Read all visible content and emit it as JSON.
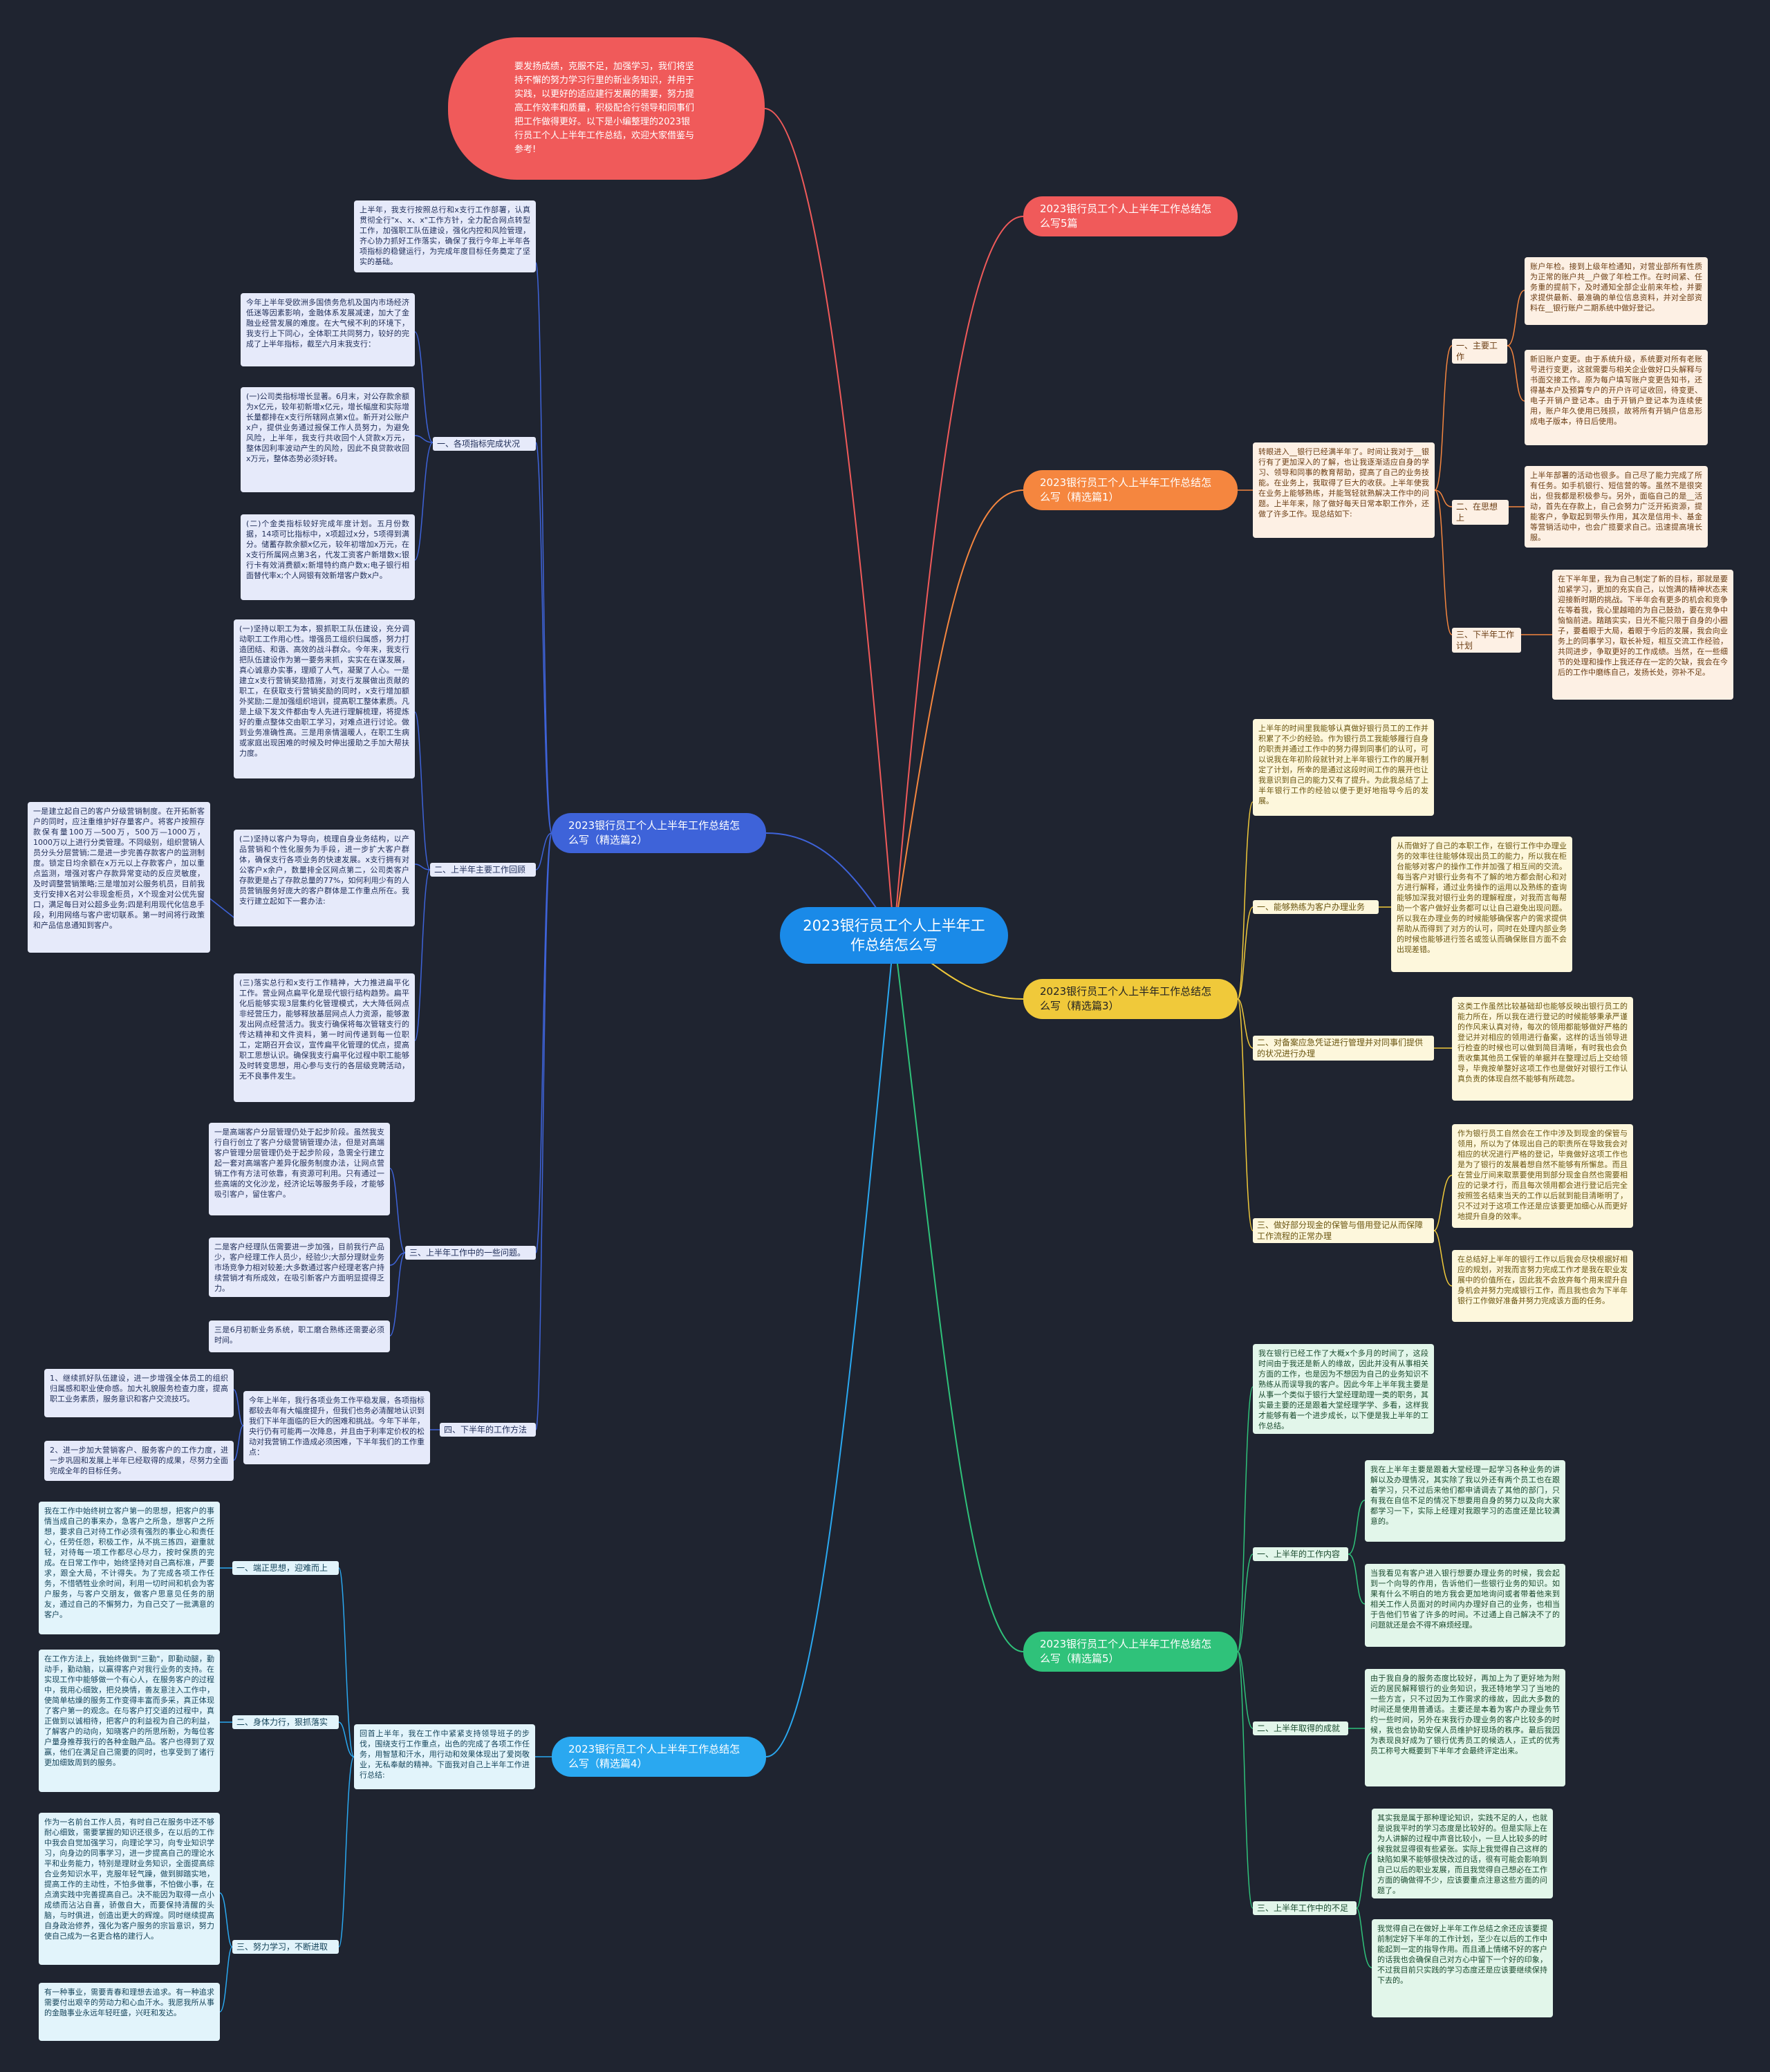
{
  "root": "2023银行员工个人上半年工作总结怎么写",
  "intro": "要发扬成绩，克服不足，加强学习，我们将坚持不懈的努力学习行里的新业务知识，并用于实践，以更好的适应建行发展的需要，努力提高工作效率和质量，积极配合行领导和同事们把工作做得更好。以下是小编整理的2023银行员工个人上半年工作总结，欢迎大家借鉴与参考!",
  "colors": {
    "background": "#1f2430",
    "red": "#f05a5a",
    "orange": "#f5863f",
    "yellow": "#f0c93a",
    "green": "#2fc27a",
    "blue": "#3e63d9",
    "cyan": "#2aa8f0"
  },
  "b5": {
    "title": "2023银行员工个人上半年工作总结怎么写5篇"
  },
  "b1": {
    "title": "2023银行员工个人上半年工作总结怎么写（精选篇1）",
    "summary": "转眼进入__银行已经满半年了。时间让我对于__银行有了更加深入的了解，也让我逐渐适应自身的学习、领导和同事的教育帮助，提高了自己的业务技能。在业务上，我取得了巨大的收获。上半年使我在业务上能够熟练，并能驾轻就熟解决工作中的问题。上半年来，除了做好每天日常本职工作外，还做了许多工作。现总结如下:",
    "s1": {
      "label": "一、主要工作",
      "t1": "账户年检。接到上级年检通知，对营业部所有性质为正常的账户共__户做了年检工作。在时间紧、任务重的提前下，及时通知全部企业前来年检，并要求提供最新、最准确的单位信息资料，并对全部资料在__银行账户二期系统中做好登记。",
      "t2": "新旧账户变更。由于系统升级，系统要对所有老账号进行变更，这就需要与相关企业做好口头解释与书面交接工作。原为每户填写账户变更告知书，还得基本户及预算专户的开户许可证收回，待变更、电子开销户登记本。由于开销户登记本为连续使用，账户年久使用已残损，故将所有开销户信息形成电子版本，待日后使用。"
    },
    "s2": {
      "label": "二、在思想上",
      "t1": "上半年部署的活动也很多。自己尽了能力完成了所有任务。如手机银行、短信营的等。虽然不是很突出，但我都是积极参与。另外，面临自己的是__活动，首先在存款上，自己会努力广泛开拓资源，提能客户，争取起到带头作用，其次是信用卡、基金等营销活动中，也会广揽要求自己。迅速提高境长服。"
    },
    "s3": {
      "label": "三、下半年工作计划",
      "t1": "在下半年里，我为自己制定了新的目标，那就是要加紧学习，更加的充实自己，以饱满的精神状态来迎接新时期的挑战。下半年会有更多的机会和竞争在等着我，我心里越暗的为自己鼓劲，要在竞争中恼恼前进。踏踏实实，日光不能只限于自身的小圈子，要着眼于大局，着眼于今后的发展，我会向业务上的同事学习，取长补短，相互交流工作经验，共同进步，争取更好的工作成绩。当然，在一些细节的处理和操作上我还存在一定的欠缺，我会在今后的工作中磨练自己，发扬长处，弥补不足。"
    }
  },
  "b3": {
    "title": "2023银行员工个人上半年工作总结怎么写（精选篇3）",
    "summary": "上半年的时间里我能够认真做好银行员工的工作并积累了不少的经验。作为银行员工我能够履行自身的职责并通过工作中的努力得到同事们的认可，可以说我在年初阶段就针对上半年银行工作的展开制定了计划，所幸的是通过这段时间工作的展开也让我意识到自己的能力又有了提升。为此我总结了上半年银行工作的经验以便于更好地指导今后的发展。",
    "s1": {
      "label": "一、能够熟练为客户办理业务",
      "t1": "从而做好了自己的本职工作，在银行工作中办理业务的效率往往能够体现出员工的能力，所以我在柜台能够对客户的操作工作并加强了相互间的交流。每当客户对银行业务有不了解的地方都会耐心和对方进行解释，通过业务操作的运用以及熟练的查询能够加深我对银行业务的理解程度，对我而言每帮助一个客户做好业务都可以让自己避免出现问题。所以我在办理业务的时候能够确保客户的需求提供帮助从而得到了对方的认可，同时在处理内部业务的时候也能够进行签名或签认而确保账目方面不会出现差错。"
    },
    "s2": {
      "label": "二、对备案应急凭证进行管理并对同事们提供的状况进行办理",
      "t1": "这类工作虽然比较基础却也能够反映出银行员工的能力所在，所以我在进行登记的时候能够秉承严谨的作风来认真对待，每次的领用都能够做好严格的登记并对相应的领用进行备案，这样的话当领导进行检查的时候也可以做到简目清晰，有时我也会负责收集其他员工保管的单据并在整理过后上交给领导，毕竟按单整好这项工作也是做好对银行工作认真负责的体现自然不能够有所疏忽。"
    },
    "s3": {
      "label": "三、做好部分现金的保管与借用登记从而保障工作流程的正常办理",
      "t1": "作为银行员工自然会在工作中涉及到现金的保管与领用，所以为了体现出自己的职责所在导致我会对相应的状况进行严格的登记，毕竟做好这项工作也是为了银行的发展着想自然不能够有所懈怠。而且在营业厅间来取票要使用到部分现金自然也需要相应的记录才行，而且每次领用都会进行登记后完全按照签名结束当天的工作以后就到能目清晰明了，只不过对于这项工作还是应该要更加细心从而更好地提升自身的效率。",
      "t2": "在总结好上半年的银行工作以后我会尽快根据好相应的规划，对我而言努力完成工作才是我在职业发展中的价值所在，因此我不会放弃每个用来提升自身机会并努力完成银行工作，而且我也会为下半年银行工作做好准备并努力完成该方面的任务。"
    }
  },
  "b5b": {
    "title": "2023银行员工个人上半年工作总结怎么写（精选篇5）",
    "summary": "我在银行已经工作了大概x个多月的时间了，这段时间由于我还是新人的缘故，因此并没有从事相关方面的工作，也是因为不想因为自己的业务知识不熟练从而误导我的客户。因此今年上半年我主要是从事一个类似于银行大堂经理助理一类的职务，其实最主要的还是跟着大堂经理学学、多看，这样我才能够有着一个进步成长，以下便是我上半年的工作总结。",
    "s1": {
      "label": "一、上半年的工作内容",
      "t1": "我在上半年主要是跟着大堂经理一起学习各种业务的讲解以及办理情况，其实除了我以外还有两个员工也在跟着学习，只不过后来他们都申请调去了其他的部门，只有我在自信不足的情况下想要用自身的努力以及向大家都学习一下，实际上经理对我跟学习的态度还是比较满意的。",
      "t2": "当我看见有客户进入银行想要办理业务的时候，我会起到一个向导的作用，告诉他们一些银行业务的知识。如果有什么不明白的地方我会更加地询问或者带着他来到相关工作人员面对的时间内办理好自己的业务，也相当于告他们节省了许多的时间。不过通上自己解决不了的问题就还是会不得不麻烦经理。"
    },
    "s2": {
      "label": "二、上半年取得的成就",
      "t1": "由于我自身的服务态度比较好，再加上为了更好地为附近的居民解释银行的业务知识，我还特地学习了当地的一些方言，只不过因为工作需求的缘故，因此大多数的时间还是使用普通话。主要还是本着为客户办理业务节约一些时间，另外在来我行办理业务的客户比较多的时候，我也会协助安保人员维护好现场的秩序。最后我因为表现良好成为了银行优秀员工的候选人，正式的优秀员工称号大概要到下半年才会最终评定出来。"
    },
    "s3": {
      "label": "三、上半年工作中的不足",
      "t1": "其实我是属于那种理论知识，实践不足的人，也就是说我平时的学习态度是比较好的。但是实际上在为人讲解的过程中声音比较小，一旦人比较多的时候我就显得很有些紧张。实际上我觉得自己这样的缺陷如果不能够很快改过的话，很有可能会影响到自己以后的职业发展，而且我觉得自己想必在工作方面的确做得不少，应该要重点注意这些方面的问题了。",
      "t2": "我觉得自己在做好上半年工作总结之余还应该要提前制定好下半年的工作计划，至少在以后的工作中能起到一定的指导作用。而且通上情绪不好的客户的话我也会确保自己对方心中留下一个好的印象，不过我目前只实践的学习态度还是应该要继续保持下去的。"
    }
  },
  "b2": {
    "title": "2023银行员工个人上半年工作总结怎么写（精选篇2）",
    "summary": "上半年，我支行按照总行和x支行工作部署，认真贯彻全行\"x、x、x\"工作方针，全力配合网点转型工作，加强职工队伍建设，强化内控和风险管理，齐心协力抓好工作落实，确保了我行今年上半年各项指标的稳健运行，为完成年度目标任务奠定了坚实的基础。",
    "s1": {
      "label": "一、各项指标完成状况",
      "t1": "今年上半年受欧洲多国债务危机及国内市场经济低迷等因素影响，金融体系发展减速，加大了金融业经营发展的难度。在大气候不利的环境下，我支行上下同心，全体职工共同努力，较好的完成了上半年指标，截至六月末我支行：",
      "t2": "(一)公司类指标增长显著。6月末，对公存款余额为x亿元，较年初新增x亿元，增长幅度和实际增长量都排在x支行所辖网点第x位。新开对公账户x户，提供业务通过报保工作人员努力，为避免风险，上半年，我支行共收回个人贷款x万元，整体因利率波动产生的风险，因此不良贷款收回x万元，整体态势必须好转。",
      "t3": "(二)个金类指标较好完成年度计划。五月份数据，14项可比指标中，x项超过x分，5项得到满分。储蓄存款余额x亿元，较年初增加x万元，在x支行所属网点第3名，代发工资客户新增数x;银行卡有效消费额x;新增特约商户数x;电子银行相面替代率x;个人网银有效新增客户数x户。"
    },
    "s2": {
      "label": "二、上半年主要工作回顾",
      "t1": "(一)坚持以职工为本，狠抓职工队伍建设，充分调动职工工作用心性。增强员工组织归属感，努力打造团结、和谐、高效的战斗群众。今年来，我支行把队伍建设作为第一要务来抓，实实在在谋发展，真心诚意办实事，理顺了人气，凝聚了人心。一是建立x支行营销奖励措施，对支行发展做出贡献的职工，在获取支行营销奖励的同时，x支行增加额外奖励;二是加强组织培训，提高职工整体素质。凡是上级下发文件都由专人先进行理解梳理，将提炼好的重点整体交由职工学习，对难点进行讨论。做到业务准确性高。三是用亲情温暖人，在职工生病或家庭出现困难的时候及时伸出援助之手加大帮扶力度。",
      "t2": "一是建立起自己的客户分级营销制度。在开拓新客户的同时，应注重维护好存量客户。将客户按照存款保有量100万—500万，500万—1000万，1000万以上进行分类管理。不同级别，组织营销人员分头分层营销;二是进一步完善存款客户的监测制度。锁定日均余额在x万元以上存款客户，加以重点监测，增强对客户存款异常变动的反应灵敏度，及时调整营销策略;三是增加对公服务机员，目前我支行安排X名对公非现金柜员，X个现金对公优先窗口，满足每日对公超多业务;四是利用现代化信息手段，利用网络与客户密切联系。第一时间将行政策和产品信息通知到客户。",
      "t3": "(二)坚持以客户为导向，梳理自身业务结构，以产品营销和个性化服务为手段，进一步扩大客户群体，确保支行各项业务的快速发展。x支行拥有对公客户x余户，数量排全区网点第二，公司类客户存款更是占了存款总量的77%，如何利用少有的人员营销服务好庞大的客户群体是工作重点所在。我支行建立起如下一套办法:",
      "t4": "(三)落实总行和x支行工作精神，大力推进扁平化工作。营业网点扁平化是现代银行结构趋势。扁平化后能够实现3层集约化管理模式，大大降低网点非经营压力，能够释放基层网点人力资源，能够激发出网点经营活力。我支行确保将每次管辖支行的传达精神和文件资料，第一时间传递到每一位职工，定期召开会议，宣传扁平化管理的优点，提高职工思想认识。确保我支行扁平化过程中职工能够及时转变思想，用心参与支行的各层级竞聘活动，无不良事件发生。"
    },
    "s3": {
      "label": "三、上半年工作中的一些问题。",
      "t1": "一是高端客户分层管理仍处于起步阶段。虽然我支行自行创立了客户分级营销管理办法，但是对高端客户管理分层管理仍处于起步阶段，急需全行建立起一套对高端客户差异化服务制度办法，让网点营销工作有方法可依靠，有资源可利用。只有通过一些高端的文化沙龙，经济论坛等服务手段，才能够吸引客户，留住客户。",
      "t2": "二是客户经理队伍需要进一步加强，目前我行产品少，客户经理工作人员少，经验少;大部分理财业务市场竞争力相对较差;大多数通过客户经理老客户持续营销才有所成效，在吸引新客户方面明显提得乏力。",
      "t3": "三是6月初新业务系统，职工磨合熟练还需要必须时间。"
    },
    "s4": {
      "label": "四、下半年的工作方法",
      "summary": "今年上半年，我行各项业务工作平稳发展，各项指标都较去年有大幅度提升，但我们也务必清醒地认识到我们下半年面临的巨大的困难和挑战。今年下半年，央行仍有可能再一次降息，并且由于利率定价权的松动对我营销工作造成必须困难，下半年我们的工作重点：",
      "t1": "1、继续抓好队伍建设，进一步增强全体员工的组织归属感和职业使命感。加大礼貌服务检查力度，提高职工业务素质，服务意识和客户交流技巧。",
      "t2": "2、进一步加大营销客户、服务客户的工作力度，进一步巩固和发展上半年已经取得的成果，尽努力全面完成全年的目标任务。"
    }
  },
  "b4": {
    "title": "2023银行员工个人上半年工作总结怎么写（精选篇4）",
    "summary": "回首上半年，我在工作中紧紧支持领导班子的步伐，围绕支行工作重点，出色的完成了各项工作任务，用智慧和汗水，用行动和效果体现出了爱岗敬业，无私奉献的精神。下面我对自己上半年工作进行总结:",
    "s1": {
      "label": "一、端正思想，迎难而上",
      "t1": "我在工作中始终树立客户第一的思想，把客户的事情当成自己的事来办，急客户之所急，想客户之所想，要求自己对待工作必须有强烈的事业心和责任心，任劳任怨，积极工作，从不挑三拣四，避重就轻，对待每一项工作都尽心尽力，按时保质的完成。在日常工作中，始终坚持对自己高标准，严要求，跟全大局，不计得失。为了完成各项工作任务，不惜牺牲业余时间，利用一切时间和机会为客户服务，与客户交朋友，做客户思意见任务的朋友，通过自己的不懈努力，为自己交了一批满意的客户。"
    },
    "s2": {
      "label": "二、身体力行，狠抓落实",
      "t1": "在工作方法上，我始终做到\"三勤\"，即勤动腿，勤动手，勤动脑，以赢得客户对我行业务的支持。在实现工作中能够做一个有心人，在服务客户的过程中，我用心细致，把兑换情，善友意注入工作中，使简单枯燥的服务工作变得丰富而多采，真正体现了客户第一的观念。在与客户打交道的过程中，真正做到以诚相待，把客户的利益视为自己的利益，了解客户的动向，知晓客户的所思所盼，为每位客户量身推荐我行的各种金融产品。客户也得到了双赢，他们在满足自己需要的同时，也享受到了诸行更加细致周到的服务。"
    },
    "s3": {
      "label": "三、努力学习，不断进取",
      "t1": "作为一名前台工作人员，有时自己在服务中还不够耐心细致，需要掌握的知识还很多，在以后的工作中我会自觉加强学习，向理论学习，向专业知识学习，向身边的同事学习，进一步提高自己的理论水平和业务能力，特别是理财业务知识，全面提高综合业务知识水平，克服年轻气躁，做到脚踏实地，提高工作的主动性，不怕多做事，不怕做小事，在点滴实践中完善提高自己。决不能因为取得一点小成绩而沾沾自喜，骄傲自大，而要保持清醒的头脑，与时俱进，创造出更大的辉煌。同时继续提高自身政治修养，强化为客户服务的宗旨意识，努力使自己成为一名更合格的建行人。",
      "t2": "有一种事业，需要青春和理想去追求。有一种追求需要付出艰辛的劳动力和心血汗水。我愿我所从事的金融事业永远年轻旺盛，兴旺和发达。"
    }
  }
}
